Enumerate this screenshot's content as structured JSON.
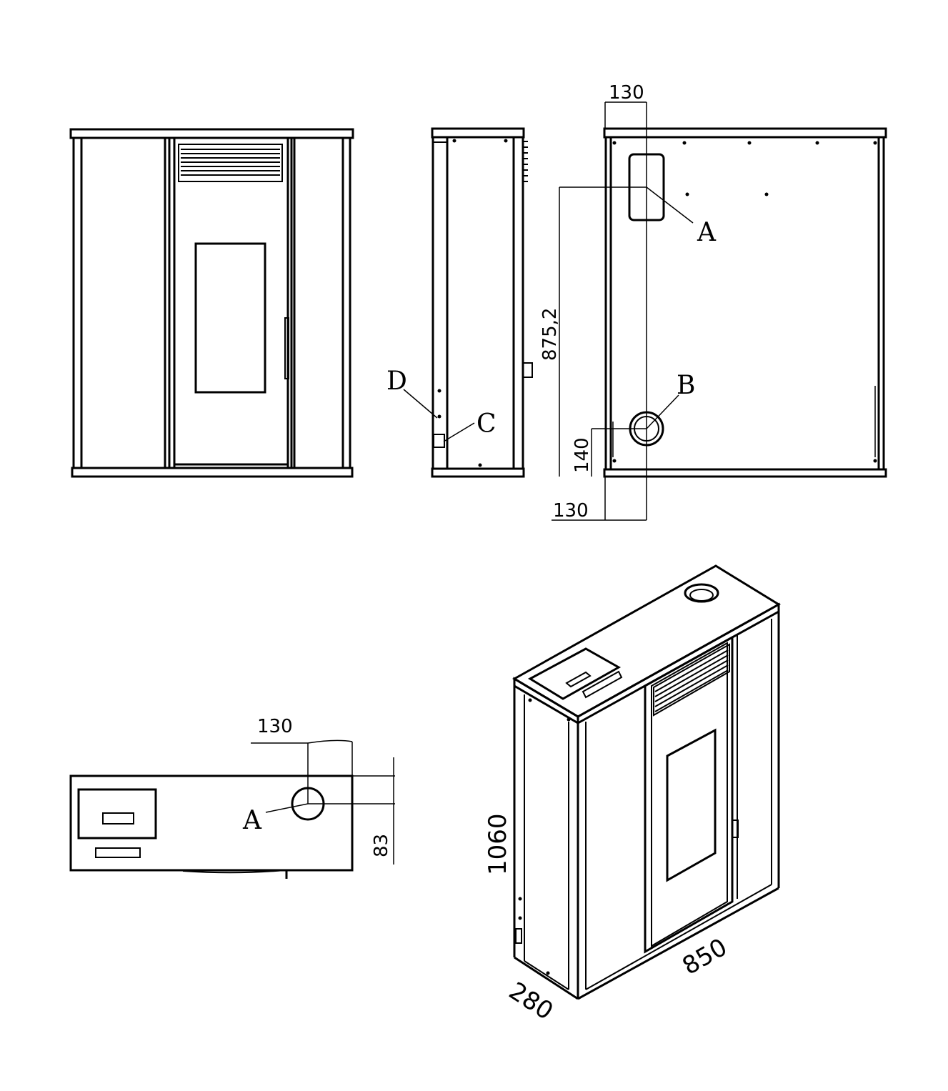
{
  "dimensions": {
    "side_top_offset": "130",
    "height_to_flue": "875,2",
    "flue_height": "140",
    "flue_offset": "130",
    "plan_offset": "130",
    "plan_depth": "83",
    "total_height": "1060",
    "depth": "280",
    "width": "850"
  },
  "labels": {
    "a_back": "A",
    "b_back": "B",
    "c_side": "C",
    "d_side": "D",
    "a_plan": "A"
  },
  "colors": {
    "line": "#000000",
    "background": "#ffffff"
  }
}
